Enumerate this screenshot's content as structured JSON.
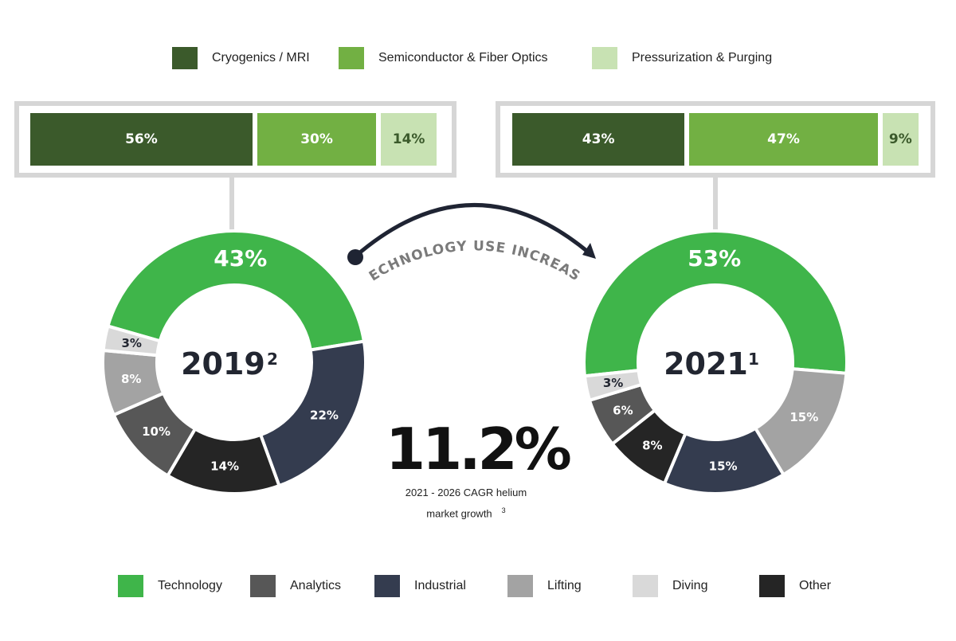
{
  "top_legend": [
    {
      "label": "Cryogenics / MRI",
      "color": "#3b5a2b"
    },
    {
      "label": "Semiconductor & Fiber Optics",
      "color": "#72b043"
    },
    {
      "label": "Pressurization & Purging",
      "color": "#c8e2b3"
    }
  ],
  "bottom_legend": [
    {
      "label": "Technology",
      "color": "#3fb54a"
    },
    {
      "label": "Analytics",
      "color": "#575757"
    },
    {
      "label": "Industrial",
      "color": "#343c4f"
    },
    {
      "label": "Lifting",
      "color": "#a3a3a3"
    },
    {
      "label": "Diving",
      "color": "#d9d9d9"
    },
    {
      "label": "Other",
      "color": "#252525"
    }
  ],
  "arrow_label": "TECHNOLOGY USE INCREASE",
  "cagr": {
    "value": "11.2%",
    "line1": "2021 - 2026 CAGR helium",
    "line2": "market growth",
    "footnote": "3"
  },
  "chart_data": [
    {
      "type": "bar",
      "stacked": true,
      "orientation": "horizontal",
      "categories": [
        "2019"
      ],
      "series": [
        {
          "name": "Cryogenics / MRI",
          "values": [
            56
          ],
          "label": "56%"
        },
        {
          "name": "Semiconductor & Fiber Optics",
          "values": [
            30
          ],
          "label": "30%"
        },
        {
          "name": "Pressurization & Purging",
          "values": [
            14
          ],
          "label": "14%"
        }
      ]
    },
    {
      "type": "bar",
      "stacked": true,
      "orientation": "horizontal",
      "categories": [
        "2021"
      ],
      "series": [
        {
          "name": "Cryogenics / MRI",
          "values": [
            43
          ],
          "label": "43%"
        },
        {
          "name": "Semiconductor & Fiber Optics",
          "values": [
            47
          ],
          "label": "47%"
        },
        {
          "name": "Pressurization & Purging",
          "values": [
            9
          ],
          "label": "9%"
        }
      ]
    },
    {
      "type": "pie",
      "donut": true,
      "center_label": "2019",
      "footnote": "2",
      "slices": [
        {
          "name": "Technology",
          "value": 43,
          "label": "43%"
        },
        {
          "name": "Industrial",
          "value": 22,
          "label": "22%"
        },
        {
          "name": "Other",
          "value": 14,
          "label": "14%"
        },
        {
          "name": "Analytics",
          "value": 10,
          "label": "10%"
        },
        {
          "name": "Lifting",
          "value": 8,
          "label": "8%"
        },
        {
          "name": "Diving",
          "value": 3,
          "label": "3%"
        }
      ]
    },
    {
      "type": "pie",
      "donut": true,
      "center_label": "2021",
      "footnote": "1",
      "slices": [
        {
          "name": "Technology",
          "value": 53,
          "label": "53%"
        },
        {
          "name": "Lifting",
          "value": 15,
          "label": "15%"
        },
        {
          "name": "Industrial",
          "value": 15,
          "label": "15%"
        },
        {
          "name": "Other",
          "value": 8,
          "label": "8%"
        },
        {
          "name": "Analytics",
          "value": 6,
          "label": "6%"
        },
        {
          "name": "Diving",
          "value": 3,
          "label": "3%"
        }
      ]
    }
  ]
}
